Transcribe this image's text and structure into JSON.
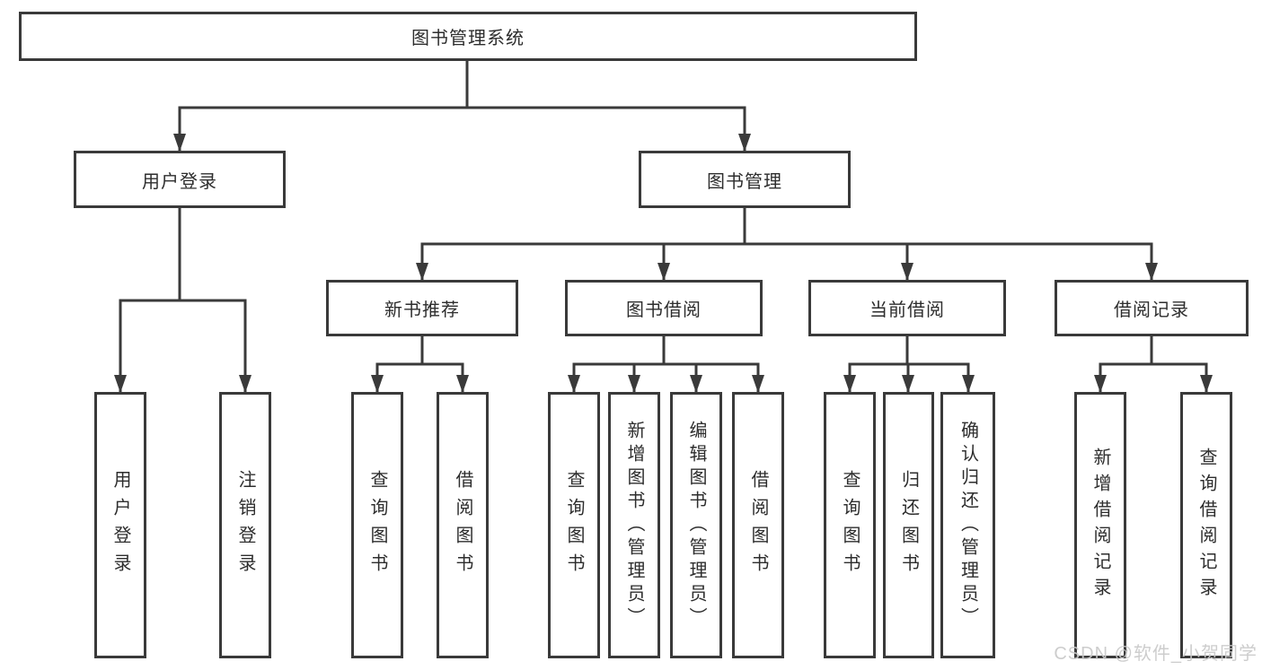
{
  "colors": {
    "line": "#3a3a3a",
    "box_border": "#3a3a3a",
    "text": "#2d2d2d",
    "watermark": "#c9c9c9",
    "background": "#ffffff"
  },
  "watermark": {
    "text": "CSDN @软件_小贺同学"
  },
  "tree": {
    "root": "图书管理系统",
    "children": [
      {
        "label": "用户登录",
        "children": [
          "用户登录",
          "注销登录"
        ]
      },
      {
        "label": "图书管理",
        "children": [
          {
            "label": "新书推荐",
            "children": [
              "查询图书",
              "借阅图书"
            ]
          },
          {
            "label": "图书借阅",
            "children": [
              "查询图书",
              "新增图书（管理员）",
              "编辑图书（管理员）",
              "借阅图书"
            ]
          },
          {
            "label": "当前借阅",
            "children": [
              "查询图书",
              "归还图书",
              "确认归还（管理员）"
            ]
          },
          {
            "label": "借阅记录",
            "children": [
              "新增借阅记录",
              "查询借阅记录"
            ]
          }
        ]
      }
    ]
  }
}
